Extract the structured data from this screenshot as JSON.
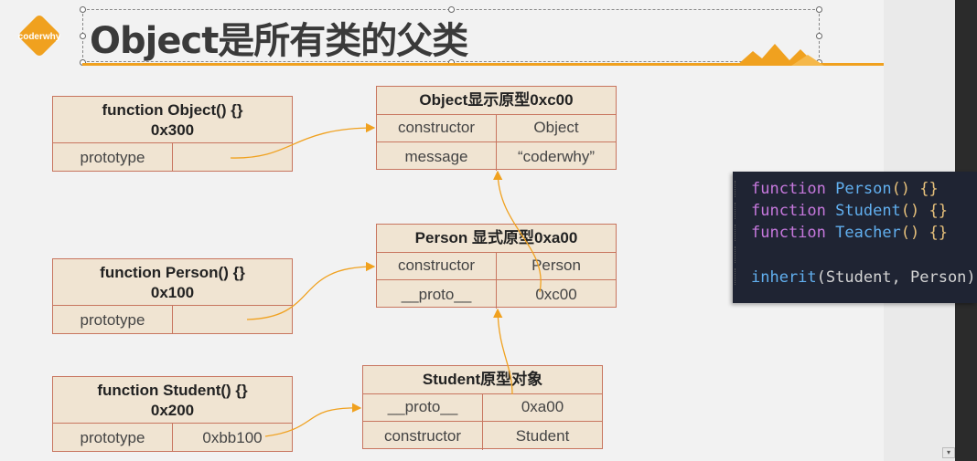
{
  "slide": {
    "title": "Object是所有类的父类",
    "logo_text": "coderwhy",
    "accent": "#f0a11f"
  },
  "functions": [
    {
      "name": "function Object() {}",
      "addr": "0x300",
      "key": "prototype",
      "value": ""
    },
    {
      "name": "function Person() {}",
      "addr": "0x100",
      "key": "prototype",
      "value": ""
    },
    {
      "name": "function Student() {}",
      "addr": "0x200",
      "key": "prototype",
      "value": "0xbb100"
    }
  ],
  "prototypes": {
    "object": {
      "title": "Object显示原型0xc00",
      "rows": [
        [
          "constructor",
          "Object"
        ],
        [
          "message",
          "“coderwhy”"
        ]
      ]
    },
    "person": {
      "title": "Person 显式原型0xa00",
      "rows": [
        [
          "constructor",
          "Person"
        ],
        [
          "__proto__",
          "0xc00"
        ]
      ]
    },
    "student": {
      "title": "Student原型对象",
      "rows": [
        [
          "__proto__",
          "0xa00"
        ],
        [
          "constructor",
          "Student"
        ]
      ]
    }
  },
  "code": {
    "lines": [
      {
        "kw": "function",
        "name": "Person",
        "rest": "() {}"
      },
      {
        "kw": "function",
        "name": "Student",
        "rest": "() {}"
      },
      {
        "kw": "function",
        "name": "Teacher",
        "rest": "() {}"
      },
      {
        "call": "inherit",
        "args": "(Student, Person)"
      }
    ]
  }
}
